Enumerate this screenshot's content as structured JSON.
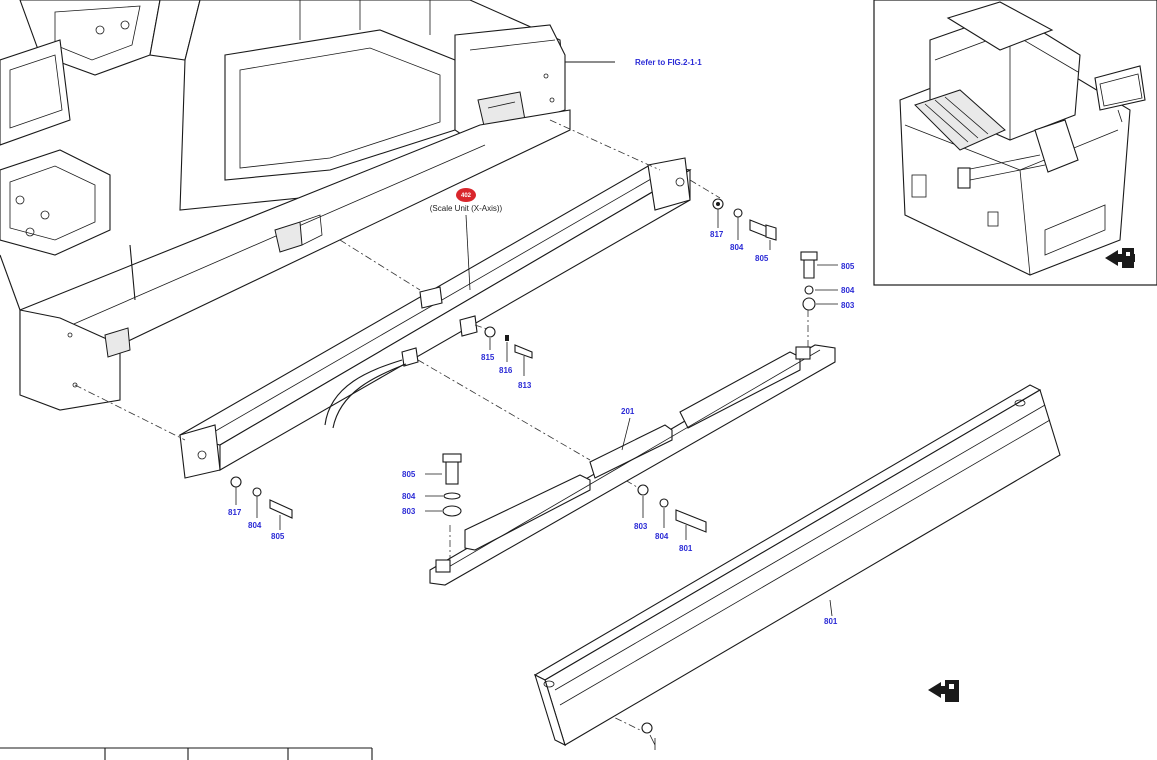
{
  "annotations": {
    "refer": "Refer to FIG.2-1-1",
    "badge": "402",
    "scale_unit": "(Scale Unit (X-Axis))"
  },
  "callouts": {
    "c817a": "817",
    "c804a": "804",
    "c805a": "805",
    "c805b": "805",
    "c804b": "804",
    "c803b": "803",
    "c815": "815",
    "c816": "816",
    "c813": "813",
    "c817c": "817",
    "c804c": "804",
    "c805c": "805",
    "c805d": "805",
    "c804d": "804",
    "c803d": "803",
    "c201": "201",
    "c803e": "803",
    "c804e": "804",
    "c801e": "801",
    "c801f": "801"
  },
  "colors": {
    "callout": "#2b2bd6",
    "badge": "#d9262c",
    "line": "#1a1a1a"
  },
  "icons": {
    "orientation": "front-arrow-icon"
  }
}
